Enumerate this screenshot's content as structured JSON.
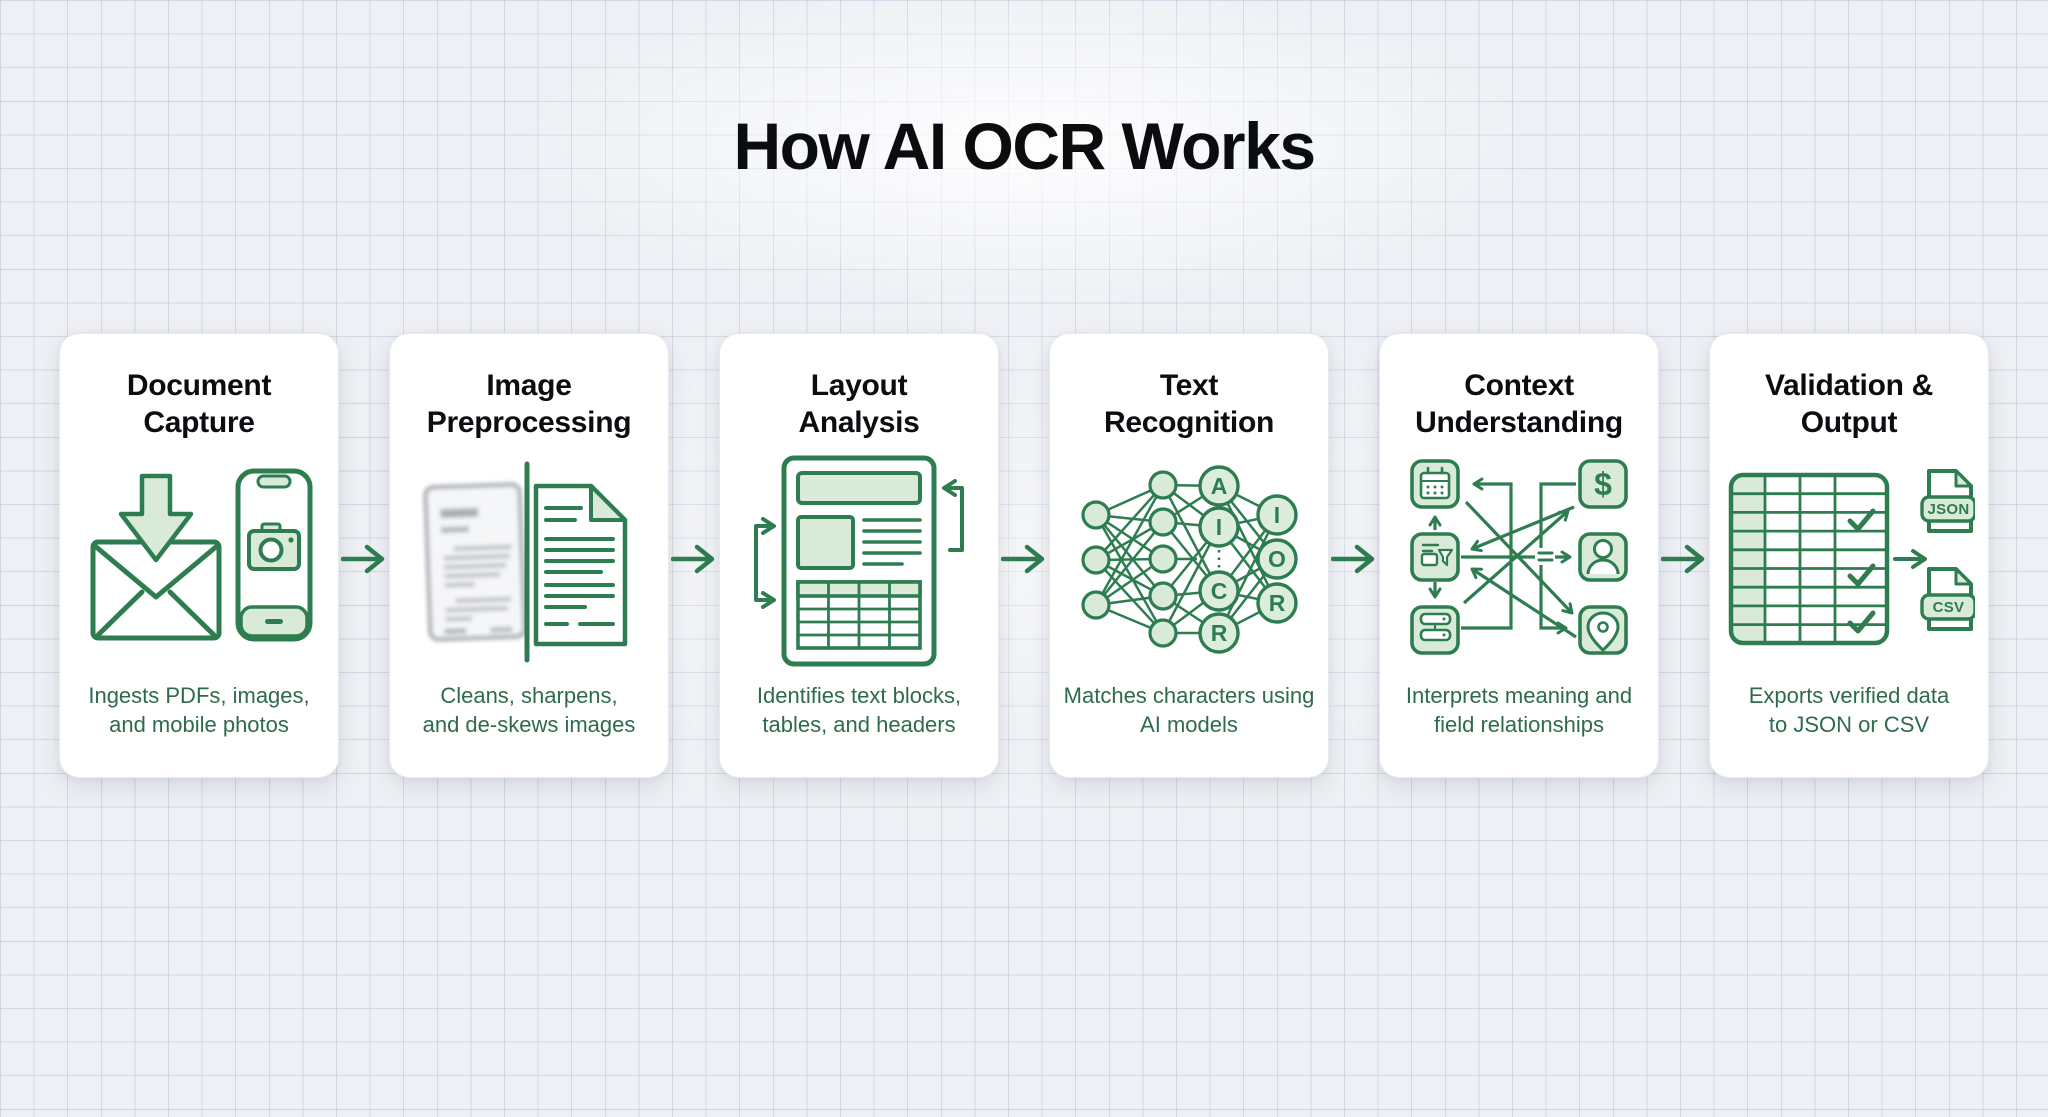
{
  "page_title": "How AI OCR Works",
  "theme": {
    "background": "#eef0f5",
    "grid_line": "#cdd3e0",
    "card_background": "#ffffff",
    "heading_color": "#0b0c0e",
    "accent_stroke": "#2e7d50",
    "accent_fill": "#d9ead9",
    "description_color": "#2e6b4c",
    "blur_gray": "#9aa0a8"
  },
  "connector": {
    "type": "arrow-right"
  },
  "steps": [
    {
      "title": "Document\nCapture",
      "description": "Ingests PDFs, images,\nand mobile photos",
      "icon": "envelope-download-and-phone-camera"
    },
    {
      "title": "Image\nPreprocessing",
      "description": "Cleans, sharpens,\nand de-skews images",
      "icon": "blurred-document-to-clean-document"
    },
    {
      "title": "Layout\nAnalysis",
      "description": "Identifies text blocks,\ntables, and headers",
      "icon": "document-layout-blocks-and-table"
    },
    {
      "title": "Text\nRecognition",
      "description": "Matches characters using\nAI models",
      "icon": "neural-network-with-letters",
      "icon_letters": {
        "hidden": [
          "A",
          "I",
          "C",
          "R"
        ],
        "output": [
          "I",
          "O",
          "R"
        ]
      }
    },
    {
      "title": "Context\nUnderstanding",
      "description": "Interprets meaning and\nfield relationships",
      "icon": "field-relationship-mapping",
      "badge_icons": [
        "calendar",
        "invoice-fields",
        "list-rows",
        "dollar",
        "person",
        "location-pin"
      ],
      "badge_glyphs": {
        "dollar": "$"
      }
    },
    {
      "title": "Validation &\nOutput",
      "description": "Exports verified data\nto JSON or CSV",
      "icon": "verified-table-to-files",
      "file_labels": [
        "JSON",
        "CSV"
      ]
    }
  ]
}
